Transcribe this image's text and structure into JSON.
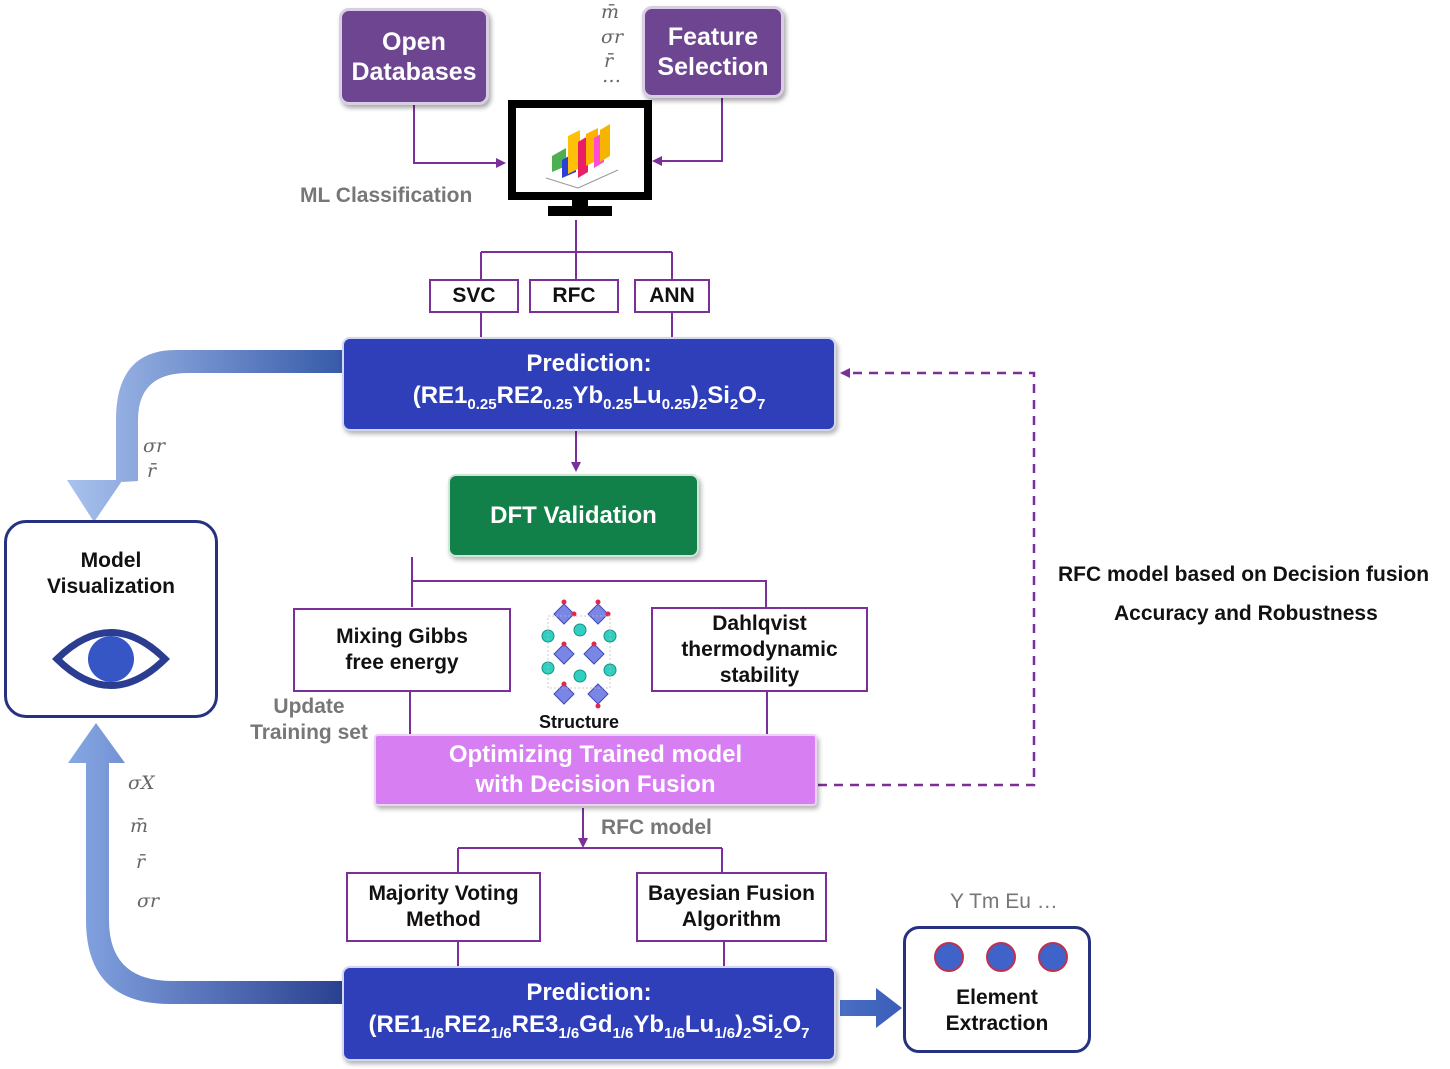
{
  "nodes": {
    "open_databases": "Open\nDatabases",
    "feature_selection": "Feature\nSelection",
    "ml_classification": "ML Classification",
    "svc": "SVC",
    "rfc": "RFC",
    "ann": "ANN",
    "prediction1_label": "Prediction:",
    "prediction1_formula": {
      "p1": "(RE1",
      "s1": "0.25",
      "p2": "RE2",
      "s2": "0.25",
      "p3": "Yb",
      "s3": "0.25",
      "p4": "Lu",
      "s4": "0.25",
      "p5": ")",
      "s5": "2",
      "p6": "Si",
      "s6": "2",
      "p7": "O",
      "s7": "7"
    },
    "dft_validation": "DFT Validation",
    "mixing_gibbs": "Mixing Gibbs\nfree energy",
    "structure": "Structure",
    "dahlqvist": "Dahlqvist\nthermodynamic\nstability",
    "update_training": "Update\nTraining set",
    "optimizing": "Optimizing Trained model\nwith Decision Fusion",
    "rfc_model": "RFC model",
    "majority_voting": "Majority Voting\nMethod",
    "bayesian_fusion": "Bayesian Fusion\nAlgorithm",
    "prediction2_label": "Prediction:",
    "prediction2_formula": {
      "p1": "(RE1",
      "s1": "1/6",
      "p2": "RE2",
      "s2": "1/6",
      "p3": "RE3",
      "s3": "1/6",
      "p4": "Gd",
      "s4": "1/6",
      "p5": "Yb",
      "s5": "1/6",
      "p6": "Lu",
      "s6": "1/6",
      "p7": ")",
      "s7": "2",
      "p8": "Si",
      "s8": "2",
      "p9": "O",
      "s9": "7"
    },
    "element_extraction": "Element\nExtraction",
    "element_symbols": "Y Tm Eu …",
    "model_visualization": "Model\nVisualization",
    "rfc_fusion_note_1": "RFC model based on Decision fusion",
    "rfc_fusion_note_2": "Accuracy and Robustness"
  },
  "math_labels": {
    "top": [
      "m̄",
      "σr",
      "r̄",
      "…"
    ],
    "upper_left": [
      "σr",
      "r̄"
    ],
    "lower_left": [
      "σX",
      "m̄",
      "r̄",
      "σr"
    ]
  },
  "colors": {
    "purple_card": "#6e4591",
    "connector": "#7b2f98",
    "prediction_blue": "#2e3fb9",
    "dft_green": "#128049",
    "optimize_pink": "#d77ef3",
    "arrow_light_blue": "#8fb0e6",
    "arrow_dark_blue": "#2f4ba6",
    "element_dot": "#3f63c9",
    "element_dot_ring": "#c0304f"
  },
  "icons": [
    "monitor-icon",
    "eye-icon",
    "crystal-structure-icon"
  ]
}
